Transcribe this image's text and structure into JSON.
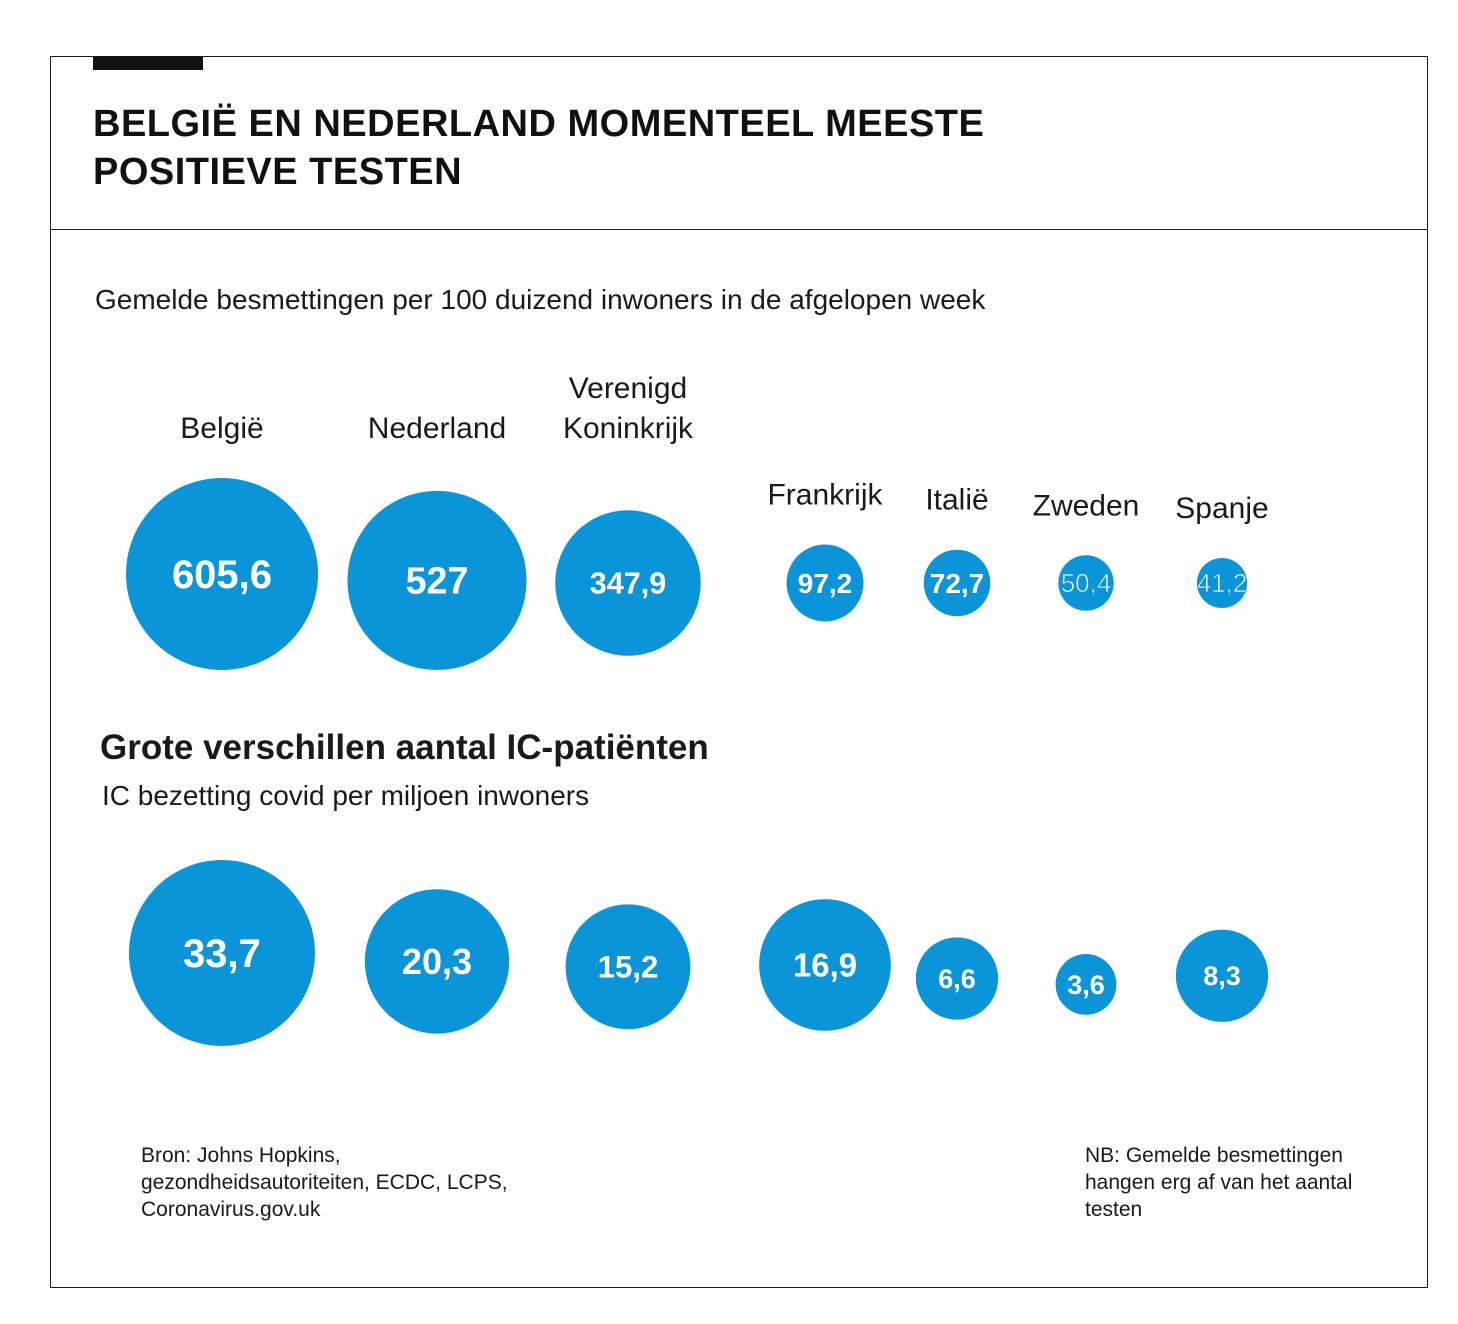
{
  "title": "BELGIË EN NEDERLAND MOMENTEEL MEESTE POSITIEVE TESTEN",
  "subtitle": "Gemelde besmettingen per 100 duizend inwoners in de afgelopen week",
  "section2_title": "Grote verschillen aantal IC-patiënten",
  "section2_subtitle": "IC bezetting covid per miljoen inwoners",
  "source": "Bron: Johns Hopkins, gezondheidsautoriteiten, ECDC, LCPS, Coronavirus.gov.uk",
  "note": "NB: Gemelde besmettingen hangen erg af van het aantal testen",
  "colors": {
    "bubble": "#0b95d8",
    "label_text": "#ffffff"
  },
  "chart_data": [
    {
      "type": "bubble",
      "title": "",
      "categories": [
        "België",
        "Nederland",
        "Verenigd Koninkrijk",
        "Frankrijk",
        "Italië",
        "Zweden",
        "Spanje"
      ],
      "values": [
        605.6,
        527,
        347.9,
        97.2,
        72.7,
        50.4,
        41.2
      ],
      "value_labels": [
        "605,6",
        "527",
        "347,9",
        "97,2",
        "72,7",
        "50,4",
        "41,2"
      ]
    },
    {
      "type": "bubble",
      "title": "",
      "categories": [
        "België",
        "Nederland",
        "Verenigd Koninkrijk",
        "Frankrijk",
        "Italië",
        "Zweden",
        "Spanje"
      ],
      "values": [
        33.7,
        20.3,
        15.2,
        16.9,
        6.6,
        3.6,
        8.3
      ],
      "value_labels": [
        "33,7",
        "20,3",
        "15,2",
        "16,9",
        "6,6",
        "3,6",
        "8,3"
      ]
    }
  ]
}
